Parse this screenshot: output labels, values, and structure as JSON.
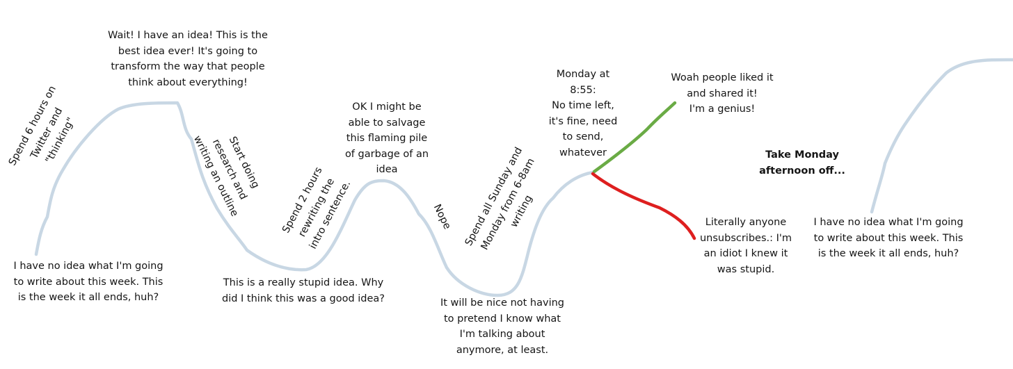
{
  "colors": {
    "curve": "#c8d7e4",
    "success_branch": "#6aab45",
    "failure_branch": "#de1f1f",
    "text": "#151515"
  },
  "annotations": {
    "start_no_idea": "I have no idea what I'm going\nto write about this week. This\nis the week it all ends, huh?",
    "twitter": "Spend 6 hours on\nTwitter and\n\"thinking\"",
    "wait_idea": "Wait! I have an idea! This is the\nbest idea ever! It's going to\ntransform the way that people\nthink about everything!",
    "start_research": "Start doing\nresearch and\nwriting an outline",
    "stupid_idea": "This is a really stupid idea. Why\ndid I think this was a good idea?",
    "rewrite_intro": "Spend 2 hours\nrewriting the\nintro sentence.",
    "salvage": "OK I might be\nable to salvage\nthis flaming pile\nof garbage of an\nidea",
    "nope": "Nope",
    "sunday_monday": "Spend all Sunday and\nMonday from 6-8am\nwriting",
    "nice_not_pretending": "It will be nice not having\nto pretend I know what\nI'm talking about\nanymore, at least.",
    "monday_855": "Monday at\n8:55:\nNo time left,\nit's fine, need\nto send,\nwhatever",
    "woah_liked": "Woah people liked it\nand shared it!\nI'm a genius!",
    "take_monday_off": "Take Monday\nafternoon off...",
    "unsubscribes": "Literally anyone\nunsubscribes.: I'm\nan idiot I knew it\nwas stupid.",
    "end_no_idea": "I have no idea what I'm going\nto write about this week. This\nis the week it all ends, huh?"
  }
}
